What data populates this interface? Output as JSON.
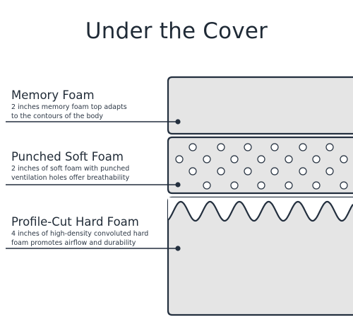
{
  "title": "Under the Cover",
  "layers": [
    {
      "name": "Memory Foam",
      "description_lines": [
        "2 inches memory foam top adapts",
        "to the contours of the body"
      ]
    },
    {
      "name": "Punched Soft Foam",
      "description_lines": [
        "2 inches of soft foam with punched",
        "ventilation holes offer breathability"
      ]
    },
    {
      "name": "Profile-Cut Hard Foam",
      "description_lines": [
        "4 inches of high-density convoluted hard",
        "foam promotes airflow and durability"
      ]
    }
  ],
  "colors": {
    "layer_fill": "#e5e5e5",
    "outline": "#232f3e",
    "text": "#1f2a36",
    "background": "#ffffff"
  }
}
